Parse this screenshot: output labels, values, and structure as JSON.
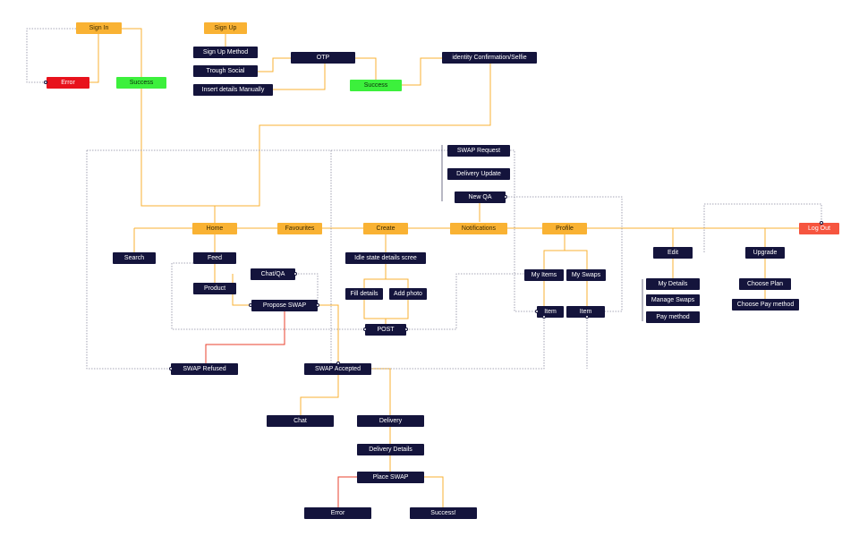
{
  "nodes": {
    "sign_in": "Sign In",
    "error_top": "Error",
    "success_left": "Success",
    "sign_up": "Sign Up",
    "sign_up_method": "Sign Up Method",
    "trough_social": "Trough Social",
    "insert_details": "Insert details Manually",
    "otp": "OTP",
    "success_mid": "Success",
    "identity": "identity Confirmation/Selfie",
    "swap_request": "SWAP Request",
    "delivery_update": "Delivery Update",
    "new_qa": "New QA",
    "home": "Home",
    "favourites": "Favourites",
    "create": "Create",
    "notifications": "Notifications",
    "profile": "Profile",
    "log_out": "Log Out",
    "search": "Search",
    "feed": "Feed",
    "chat_qa": "Chat/QA",
    "product": "Product",
    "propose_swap": "Propose SWAP",
    "idle_state": "Idle state details scree",
    "fill_details": "Fill details",
    "add_photo": "Add photo",
    "post": "POST",
    "my_items": "My Items",
    "my_swaps": "My Swaps",
    "item_left": "Item",
    "item_right": "Item",
    "edit": "Edit",
    "my_details": "My Details",
    "manage_swaps": "Manage Swaps",
    "pay_method": "Pay method",
    "upgrade": "Upgrade",
    "choose_plan": "Choose Plan",
    "choose_pay_method": "Choose Pay method",
    "swap_refused": "SWAP Refused",
    "swap_accepted": "SWAP Accepted",
    "chat": "Chat",
    "delivery": "Delivery",
    "delivery_details": "Delivery Details",
    "place_swap": "Place SWAP",
    "error_bottom": "Error",
    "success_bottom": "Success!"
  },
  "colors": {
    "orange": "#f9b233",
    "dark": "#14143c",
    "green": "#3cf03c",
    "red": "#e8121c",
    "coral": "#f6553f",
    "orange_line": "#f9b233",
    "red_line": "#e8412c",
    "gray_line": "#8a8aa0"
  }
}
